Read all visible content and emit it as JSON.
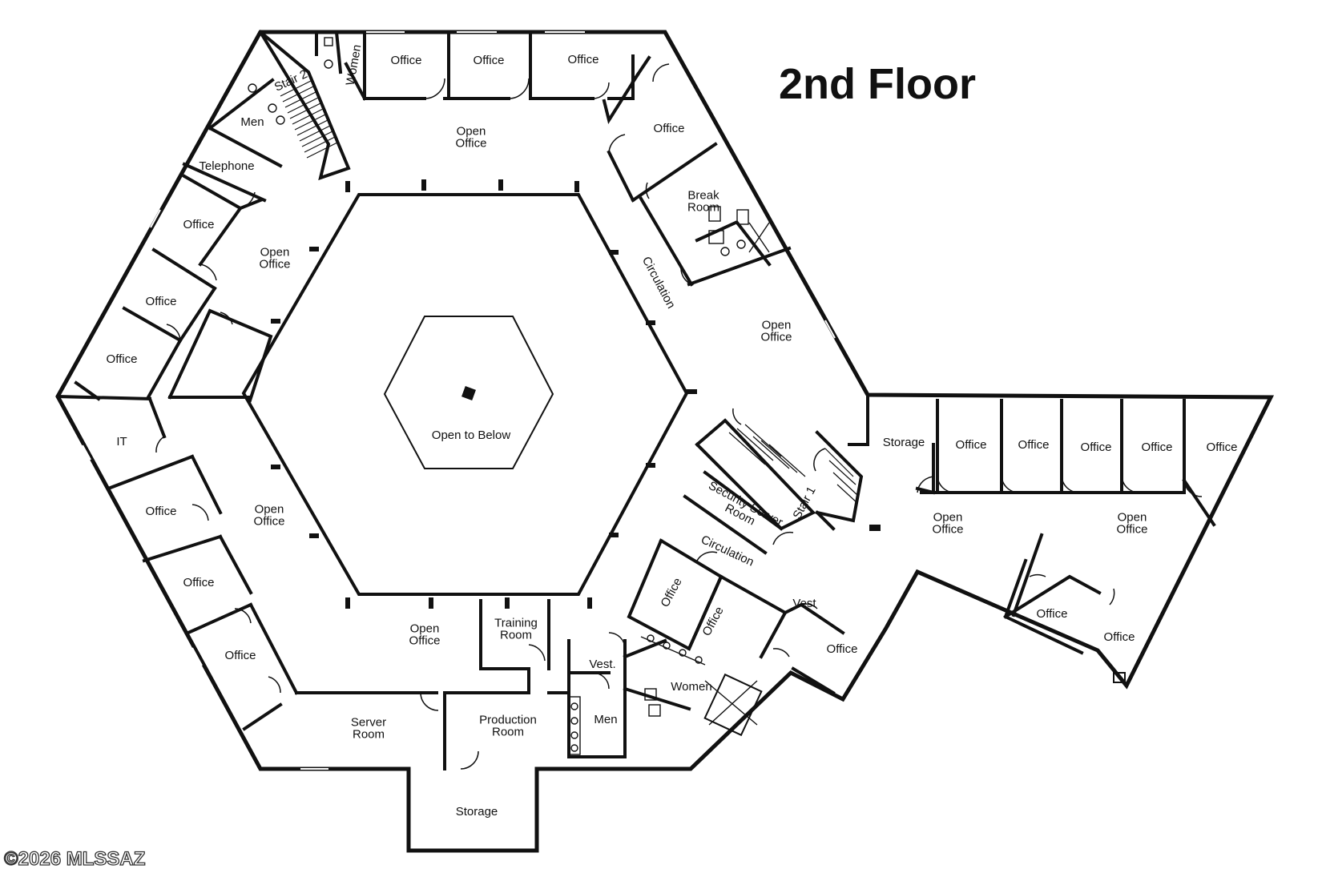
{
  "title": "2nd Floor",
  "copyright": "©2026 MLSSAZ",
  "rooms": {
    "office_top_1": "Office",
    "office_top_2": "Office",
    "office_top_3": "Office",
    "office_ne": "Office",
    "break_room": "Break\nRoom",
    "stair_2": "Stair 2",
    "women_top": "Women",
    "men_top": "Men",
    "telephone": "Telephone",
    "open_office_top": "Open\nOffice",
    "open_office_nw": "Open\nOffice",
    "open_office_ne": "Open\nOffice",
    "office_w1": "Office",
    "office_w2": "Office",
    "office_w3": "Office",
    "it": "IT",
    "office_sw1": "Office",
    "office_sw2": "Office",
    "office_sw3": "Office",
    "open_office_sw": "Open\nOffice",
    "open_to_below": "Open to Below",
    "circulation_upper": "Circulation",
    "circulation_lower": "Circulation",
    "stair_1": "Stair 1",
    "security_server_room": "Security Server\nRoom",
    "storage_east": "Storage",
    "office_e1": "Office",
    "office_e2": "Office",
    "office_e3": "Office",
    "office_e4": "Office",
    "office_e5": "Office",
    "open_office_e1": "Open\nOffice",
    "open_office_e2": "Open\nOffice",
    "office_e6": "Office",
    "office_e7": "Office",
    "office_s1": "Office",
    "office_s2": "Office",
    "vest_east": "Vest",
    "office_se": "Office",
    "open_office_s": "Open\nOffice",
    "training_room": "Training\nRoom",
    "vest_south": "Vest.",
    "women_south": "Women",
    "men_south": "Men",
    "server_room": "Server\nRoom",
    "production_room": "Production\nRoom",
    "storage_south": "Storage"
  }
}
